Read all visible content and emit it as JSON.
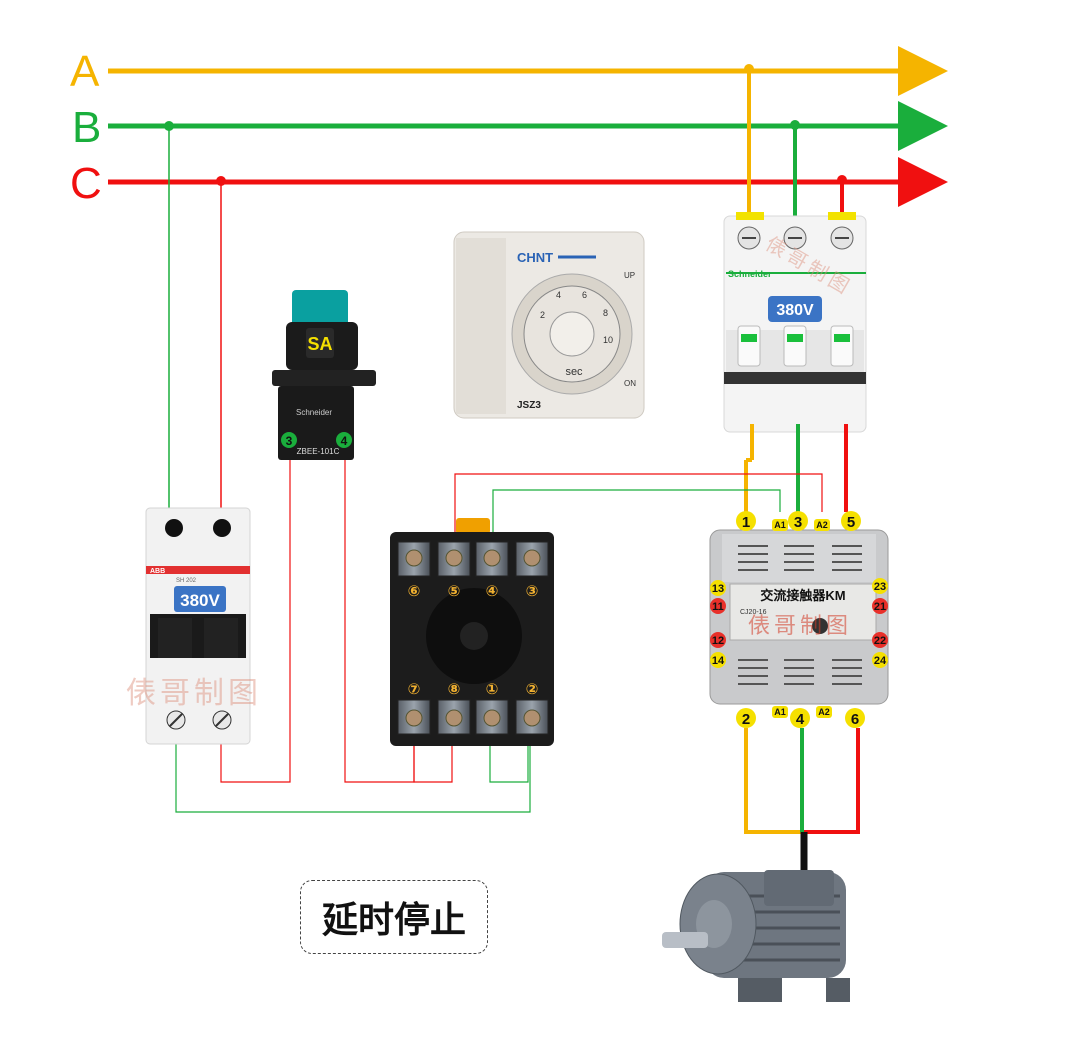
{
  "phases": [
    {
      "label": "A",
      "color": "#f5b400"
    },
    {
      "label": "B",
      "color": "#1aae3c"
    },
    {
      "label": "C",
      "color": "#f01010"
    }
  ],
  "breaker_main": {
    "brand": "Schneider",
    "voltage": "380V",
    "outputs": [
      "A",
      "B",
      "C"
    ]
  },
  "breaker_control": {
    "brand": "ABB",
    "model": "SH 202",
    "voltage": "380V"
  },
  "selector_switch": {
    "label": "SA",
    "brand": "Schneider",
    "model": "ZBEE-101C",
    "terminals": [
      "3",
      "4"
    ]
  },
  "timer": {
    "brand": "CHNT",
    "model": "JSZ3",
    "unit": "sec",
    "dial": [
      "2",
      "4",
      "6",
      "8",
      "10"
    ],
    "up_label": "UP",
    "on_label": "ON"
  },
  "socket": {
    "top_terminals": [
      "⑥",
      "⑤",
      "④",
      "③"
    ],
    "bottom_terminals": [
      "⑦",
      "⑧",
      "①",
      "②"
    ]
  },
  "contactor": {
    "title": "交流接触器KM",
    "model": "CJ20-16",
    "top_terminals": [
      "1",
      "3",
      "5"
    ],
    "bottom_terminals": [
      "2",
      "4",
      "6"
    ],
    "coil": [
      "A1",
      "A2"
    ],
    "aux_left": [
      "13",
      "11",
      "12",
      "14"
    ],
    "aux_right": [
      "23",
      "21",
      "22",
      "24"
    ]
  },
  "watermark": "俵哥制图",
  "caption": "延时停止"
}
